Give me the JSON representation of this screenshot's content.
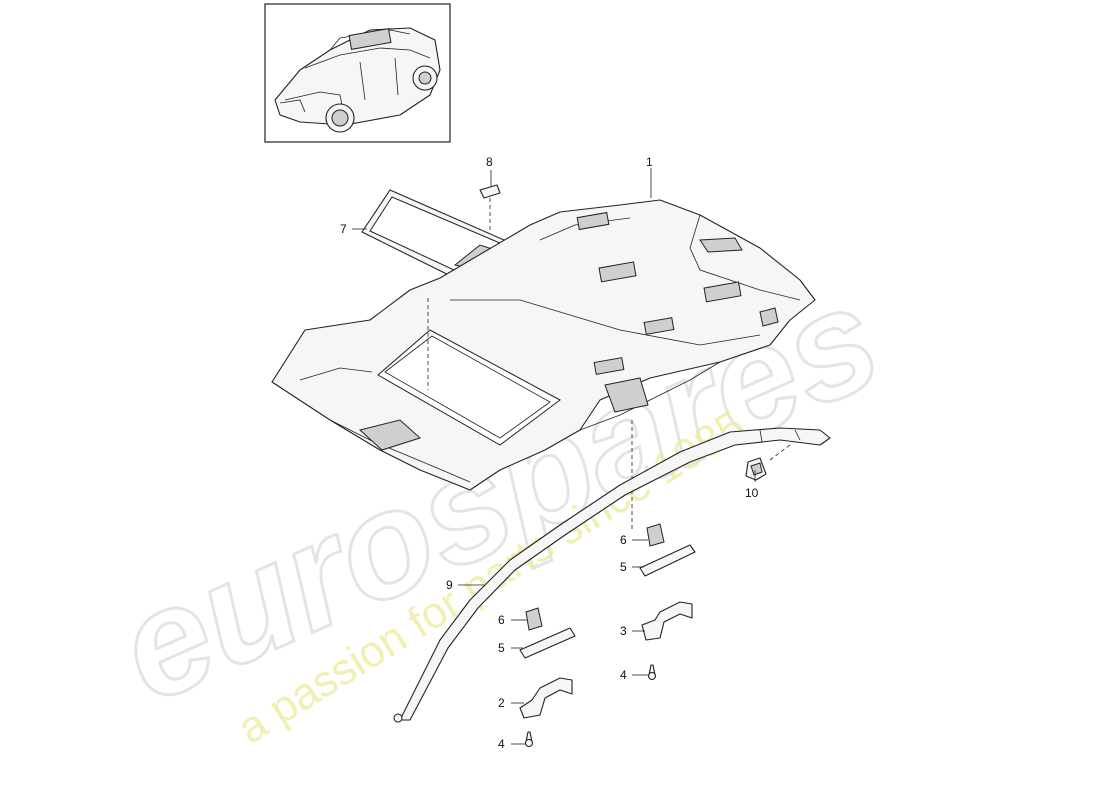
{
  "watermark": {
    "brand": "eurospares",
    "tagline": "a passion for parts since 1985"
  },
  "callouts": [
    {
      "id": "c1",
      "num": "1"
    },
    {
      "id": "c2",
      "num": "2"
    },
    {
      "id": "c3",
      "num": "3"
    },
    {
      "id": "c4a",
      "num": "4"
    },
    {
      "id": "c4b",
      "num": "4"
    },
    {
      "id": "c5a",
      "num": "5"
    },
    {
      "id": "c5b",
      "num": "5"
    },
    {
      "id": "c6a",
      "num": "6"
    },
    {
      "id": "c6b",
      "num": "6"
    },
    {
      "id": "c7",
      "num": "7"
    },
    {
      "id": "c8",
      "num": "8"
    },
    {
      "id": "c9",
      "num": "9"
    },
    {
      "id": "c10",
      "num": "10"
    }
  ],
  "thumbnail": {
    "icon": "car-thumbnail-icon"
  }
}
